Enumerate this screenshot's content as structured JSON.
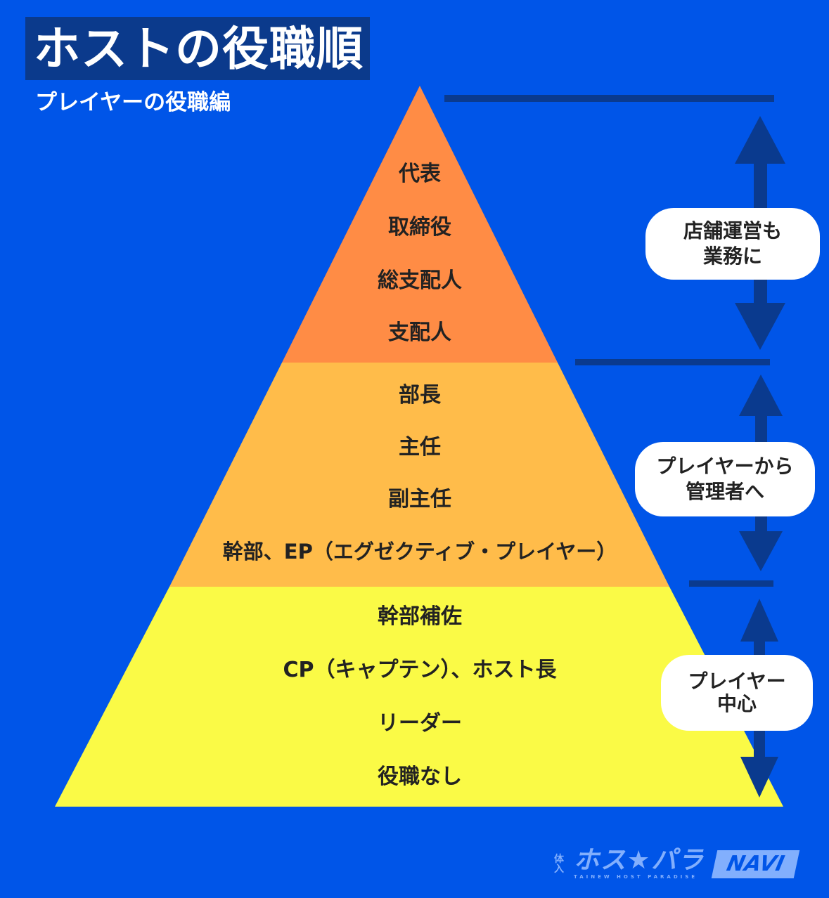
{
  "header": {
    "title": "ホストの役職順",
    "subtitle": "プレイヤーの役職編"
  },
  "colors": {
    "background": "#0055E8",
    "title_box": "#0B3A8C",
    "tier_top": "#FF8C45",
    "tier_middle": "#FFBC4A",
    "tier_bottom": "#FAFA46",
    "arrow": "#0A3A8E"
  },
  "pyramid": {
    "tiers": [
      {
        "name": "top",
        "ranks": [
          "代表",
          "取締役",
          "総支配人",
          "支配人"
        ],
        "badge": [
          "店舗運営も",
          "業務に"
        ]
      },
      {
        "name": "middle",
        "ranks": [
          "部長",
          "主任",
          "副主任",
          "幹部、EP（エグゼクティブ・プレイヤー）"
        ],
        "badge": [
          "プレイヤーから",
          "管理者へ"
        ]
      },
      {
        "name": "bottom",
        "ranks": [
          "幹部補佐",
          "CP（キャプテン）、ホスト長",
          "リーダー",
          "役職なし"
        ],
        "badge": [
          "プレイヤー",
          "中心"
        ]
      }
    ]
  },
  "logo": {
    "kanji": "体入",
    "mark": "ホス★パラ",
    "english": "TAINEW HOST PARADISE",
    "badge": "NAVI"
  }
}
